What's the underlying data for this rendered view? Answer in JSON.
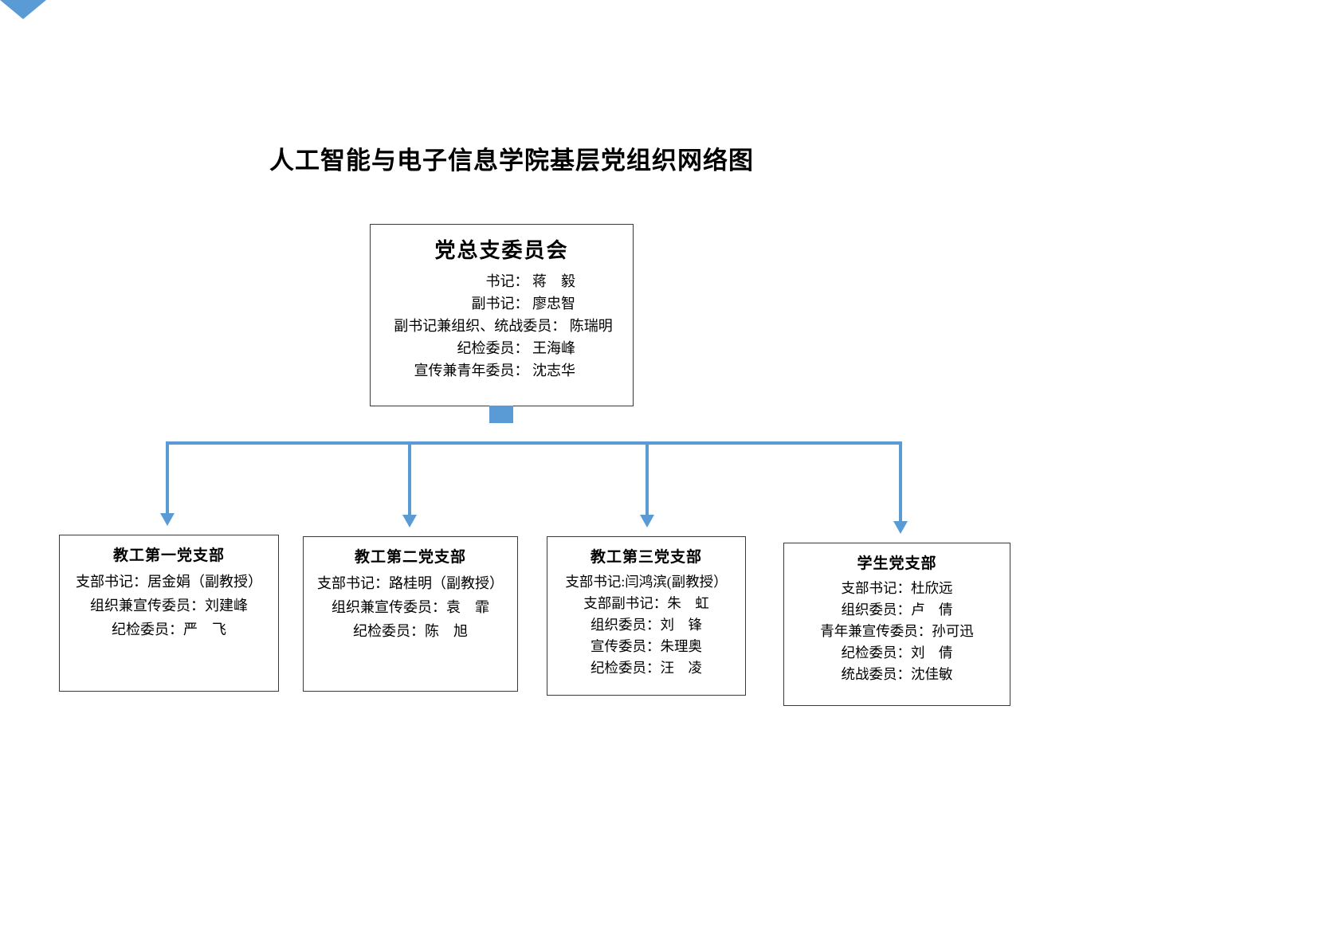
{
  "title": "人工智能与电子信息学院基层党组织网络图",
  "colors": {
    "connector": "#5B9BD5",
    "box_border": "#3a3a3a",
    "text": "#000000",
    "background": "#ffffff"
  },
  "root": {
    "title": "党总支委员会",
    "lines": [
      "书记： 蒋　毅",
      "副书记： 廖忠智",
      "副书记兼组织、统战委员： 陈瑞明",
      "纪检委员： 王海峰",
      "宣传兼青年委员： 沈志华"
    ]
  },
  "branches": [
    {
      "title": "教工第一党支部",
      "lines": [
        "支部书记：居金娟（副教授）",
        "组织兼宣传委员：刘建峰",
        "纪检委员：严　飞"
      ]
    },
    {
      "title": "教工第二党支部",
      "lines": [
        "支部书记：路桂明（副教授）",
        "组织兼宣传委员：袁　霏",
        "纪检委员：陈　旭"
      ]
    },
    {
      "title": "教工第三党支部",
      "lines": [
        "支部书记:闫鸿滨(副教授）",
        "支部副书记：朱　虹",
        "组织委员：刘　锋",
        "宣传委员：朱理奥",
        "纪检委员：汪　凌"
      ]
    },
    {
      "title": "学生党支部",
      "lines": [
        "支部书记：杜欣远",
        "组织委员：卢　倩",
        "青年兼宣传委员：孙可迅",
        "纪检委员：刘　倩",
        "统战委员：沈佳敏"
      ]
    }
  ]
}
